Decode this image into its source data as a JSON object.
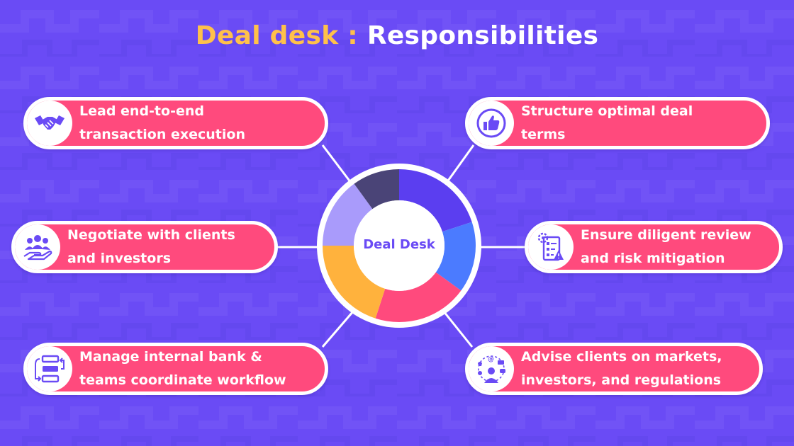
{
  "title": {
    "part1": "Deal desk :",
    "part2": "Responsibilities"
  },
  "center": {
    "label": "Deal Desk"
  },
  "colors": {
    "background": "#6a4bf5",
    "title_accent": "#ffc14a",
    "card": "#ff4a7d",
    "icon": "#6a4bf5"
  },
  "donut_segments": [
    {
      "color": "#5b3ef0",
      "share": 0.2
    },
    {
      "color": "#4b7bff",
      "share": 0.15
    },
    {
      "color": "#ff4a7d",
      "share": 0.2
    },
    {
      "color": "#ffb23d",
      "share": 0.2
    },
    {
      "color": "#a99bfb",
      "share": 0.15
    },
    {
      "color": "#4a4477",
      "share": 0.1
    }
  ],
  "cards": {
    "lead": {
      "line1": "Lead end-to-end",
      "line2": "transaction execution",
      "icon": "handshake-icon"
    },
    "negotiate": {
      "line1": "Negotiate with clients",
      "line2": "and investors",
      "icon": "team-hand-icon"
    },
    "manage": {
      "line1": "Manage internal bank &",
      "line2": "teams coordinate workflow",
      "icon": "workflow-icon"
    },
    "structure": {
      "line1": "Structure optimal deal",
      "line2": "terms",
      "icon": "thumbs-up-icon"
    },
    "ensure": {
      "line1": "Ensure diligent review",
      "line2": "and risk mitigation",
      "icon": "checklist-warning-icon"
    },
    "advise": {
      "line1": "Advise clients on markets,",
      "line2": "investors, and regulations",
      "icon": "advisor-icon"
    }
  }
}
